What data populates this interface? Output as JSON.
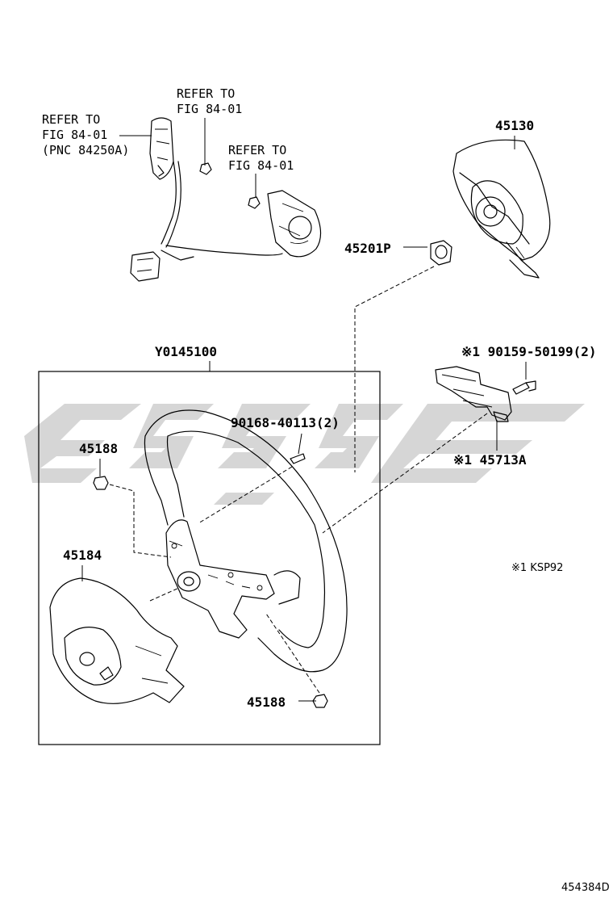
{
  "refs": {
    "ref1": [
      "REFER TO",
      "FIG 84-01",
      "(PNC 84250A)"
    ],
    "ref2": [
      "REFER TO",
      "FIG 84-01"
    ],
    "ref3": [
      "REFER TO",
      "FIG 84-01"
    ]
  },
  "labels": {
    "p45130": "45130",
    "p45201p": "45201P",
    "y0145100": "Y0145100",
    "p90159": "※1 90159-50199(2)",
    "p90168": "90168-40113(2)",
    "p45188_top": "45188",
    "p45713a": "※1 45713A",
    "p45184": "45184",
    "p45188_bottom": "45188"
  },
  "note": "※1 KSP92",
  "diagram_id": "454384D",
  "colors": {
    "line": "#000000",
    "watermark": "#cfcfcf",
    "background": "#ffffff"
  }
}
